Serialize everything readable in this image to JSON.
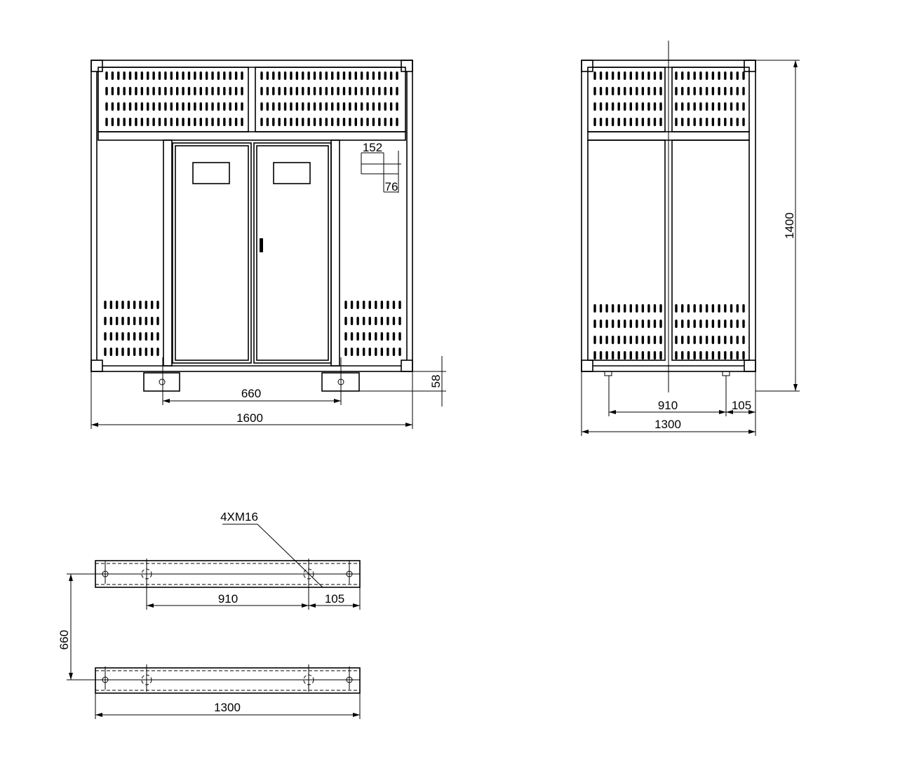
{
  "front_view": {
    "dim_152": "152",
    "dim_76": "76",
    "dim_660": "660",
    "dim_1600": "1600",
    "dim_58": "58"
  },
  "side_view": {
    "dim_910": "910",
    "dim_105": "105",
    "dim_1300": "1300",
    "dim_1400": "1400"
  },
  "base_plan": {
    "hole_label": "4XM16",
    "dim_910": "910",
    "dim_105": "105",
    "dim_1300": "1300",
    "dim_660": "660"
  },
  "colors": {
    "line": "#000000",
    "background": "#ffffff"
  }
}
